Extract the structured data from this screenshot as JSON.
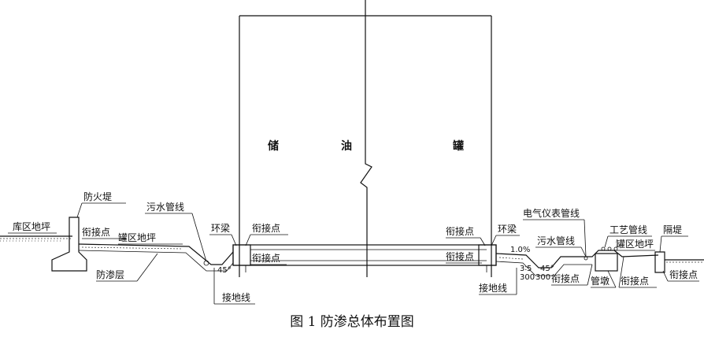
{
  "tank": {
    "chars": [
      "储",
      "油",
      "罐"
    ]
  },
  "labels": {
    "kuqu_dipo": "库区地坪",
    "fanghuodi": "防火堤",
    "xianjiedian_left_outer": "衔接点",
    "wushui_left": "污水管线",
    "guanqu_dipo_left": "罐区地坪",
    "fangshen": "防渗层",
    "huanliang_left": "环梁",
    "xianjiedian_left_top": "衔接点",
    "xianjiedian_left_bottom": "衔接点",
    "jiedi_left": "接地线",
    "angle_left": "45°",
    "xianjiedian_right_top": "衔接点",
    "xianjiedian_right_bottom": "衔接点",
    "huanliang_right": "环梁",
    "dianqi": "电气仪表管线",
    "wushui_right": "污水管线",
    "slope": "1.0%",
    "gongyi": "工艺管线",
    "gedi": "隔堤",
    "guanqu_dipo_right": "罐区地坪",
    "jiedi_right": "接地线",
    "dim_1": "3∶5",
    "dim_2": "45°",
    "dim_3": "300",
    "dim_4": "300",
    "xianjiedian_right_a": "衔接点",
    "guandun": "管墩",
    "xianjiedian_right_b": "衔接点",
    "xianjiedian_far_right": "衔接点"
  },
  "caption": "图 1 防渗总体布置图"
}
